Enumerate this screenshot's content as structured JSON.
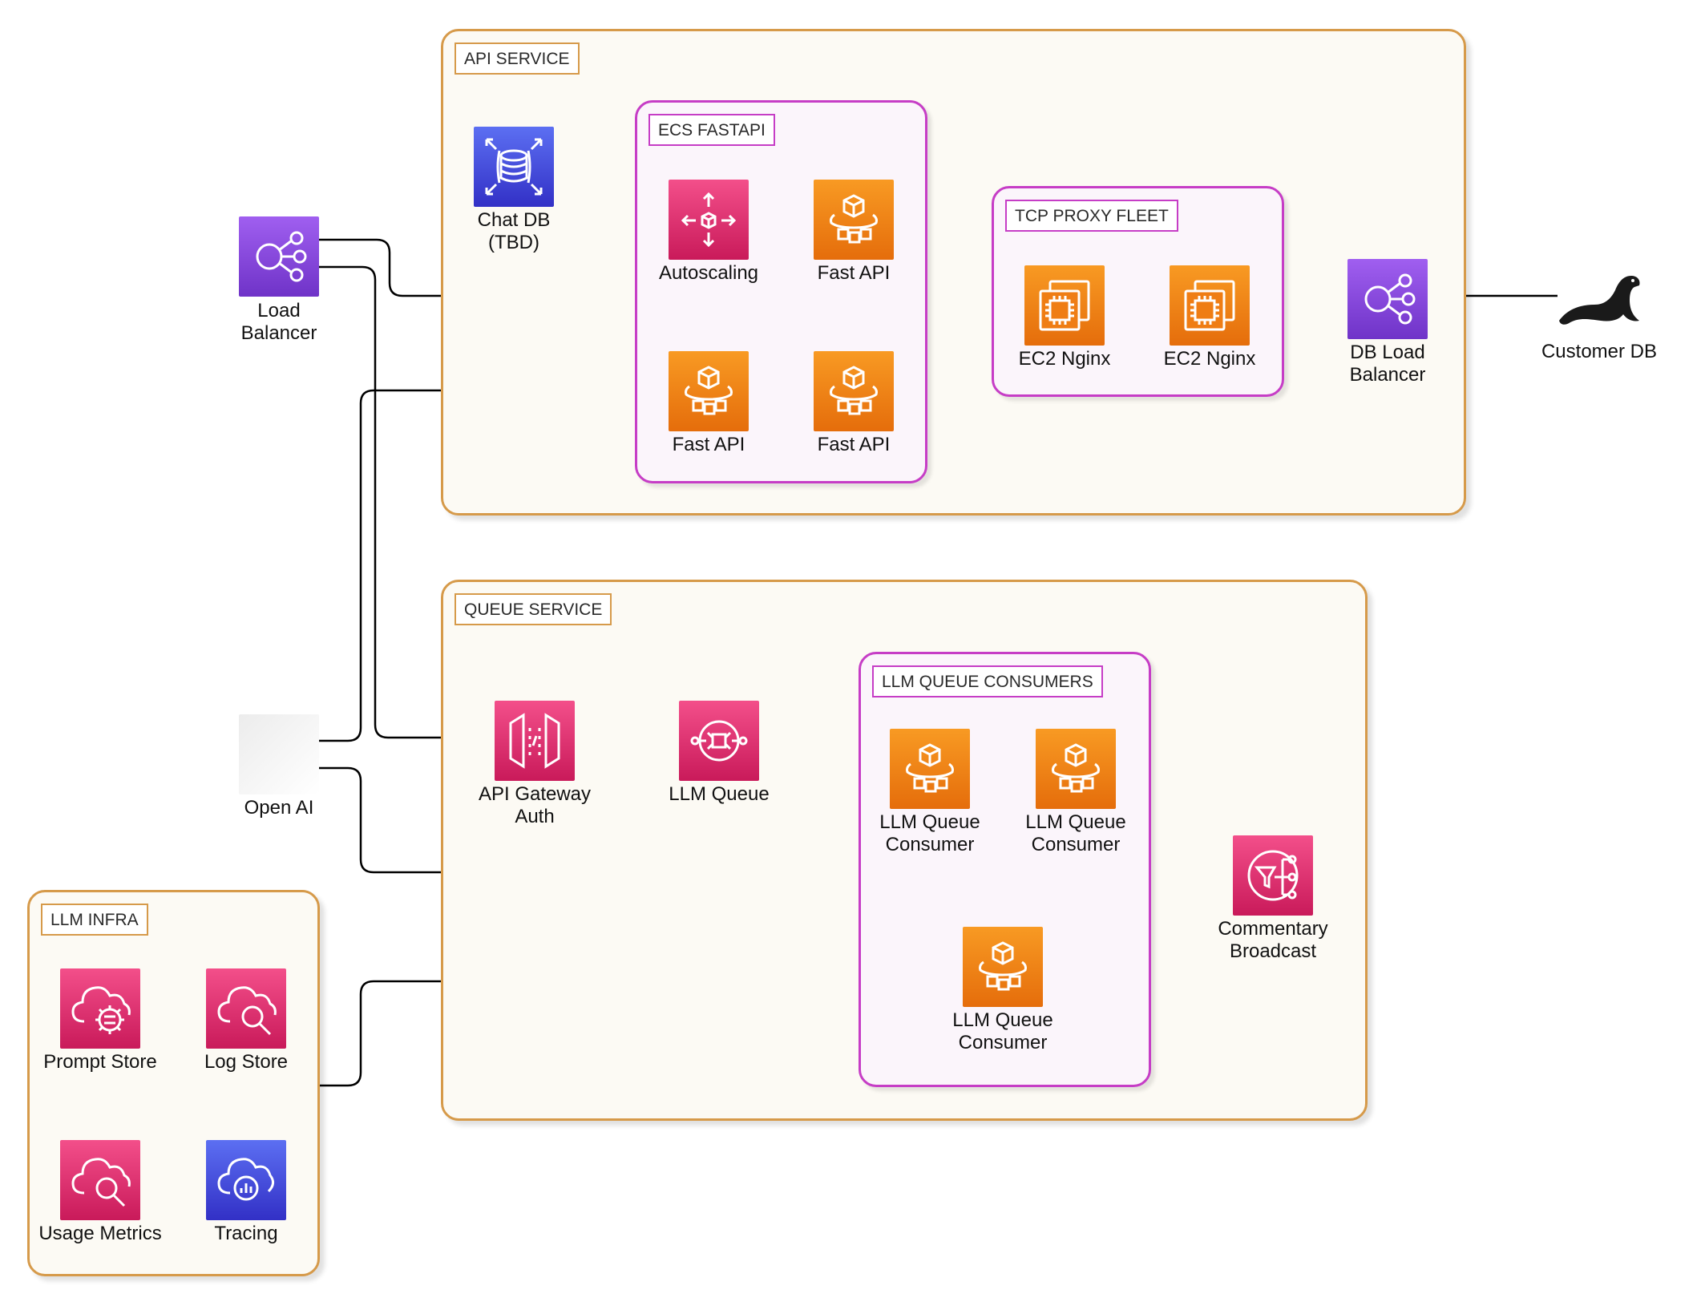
{
  "groups": {
    "api_service": "API SERVICE",
    "ecs_fastapi": "ECS FASTAPI",
    "tcp_proxy_fleet": "TCP PROXY FLEET",
    "queue_service": "QUEUE SERVICE",
    "llm_queue_consumers": "LLM QUEUE CONSUMERS",
    "llm_infra": "LLM INFRA"
  },
  "nodes": {
    "load_balancer": "Load\nBalancer",
    "chat_db": "Chat DB\n(TBD)",
    "autoscaling": "Autoscaling",
    "fast_api_1": "Fast API",
    "fast_api_2": "Fast API",
    "fast_api_3": "Fast API",
    "ec2_nginx_1": "EC2 Nginx",
    "ec2_nginx_2": "EC2 Nginx",
    "db_load_balancer": "DB Load\nBalancer",
    "customer_db": "Customer DB",
    "open_ai": "Open AI",
    "api_gateway_auth": "API Gateway\nAuth",
    "llm_queue": "LLM Queue",
    "llm_consumer_1": "LLM Queue\nConsumer",
    "llm_consumer_2": "LLM Queue\nConsumer",
    "llm_consumer_3": "LLM Queue\nConsumer",
    "commentary_broadcast": "Commentary\nBroadcast",
    "prompt_store": "Prompt Store",
    "log_store": "Log Store",
    "usage_metrics": "Usage Metrics",
    "tracing": "Tracing"
  },
  "icons": {
    "load_balancer": "load-balancer-icon",
    "chat_db": "database-icon",
    "autoscaling": "autoscaling-icon",
    "fast_api": "container-cubes-icon",
    "ec2_nginx": "ec2-chip-icon",
    "db_load_balancer": "load-balancer-icon",
    "customer_db": "sea-lion-icon",
    "open_ai": "open-ai-icon",
    "api_gateway_auth": "api-gateway-icon",
    "llm_queue": "queue-icon",
    "llm_consumer": "container-cubes-icon",
    "commentary_broadcast": "broadcast-icon",
    "prompt_store": "cloud-gear-icon",
    "log_store": "cloud-search-icon",
    "usage_metrics": "cloud-search-icon",
    "tracing": "cloud-chart-icon"
  },
  "colors": {
    "outer_group_border": "#d69a4a",
    "outer_group_fill": "#fcfaf4",
    "inner_group_border": "#c63dc6",
    "inner_group_fill": "#fbf5fb",
    "compute_orange": "#f08a1c",
    "app_pink": "#e2306e",
    "network_purple": "#8a4ae0",
    "database_blue": "#4550dc",
    "connector": "#000000"
  }
}
